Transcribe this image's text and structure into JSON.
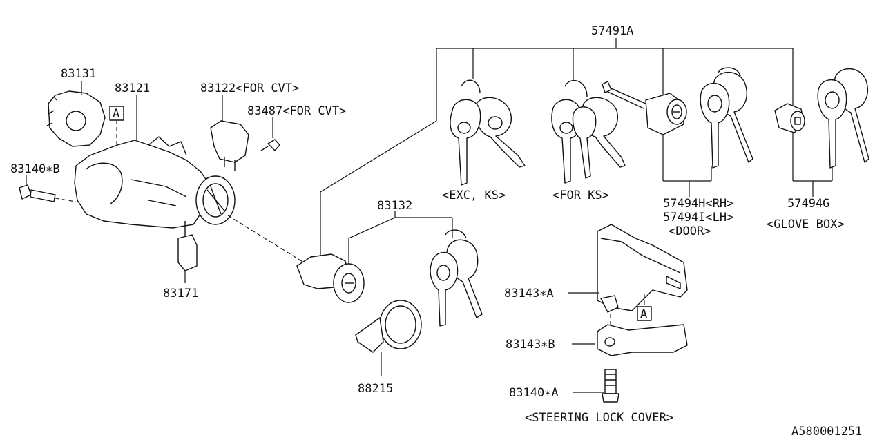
{
  "labels": {
    "p57491a": "57491A",
    "p83131": "83131",
    "p83121": "83121",
    "p83122": "83122<FOR CVT>",
    "p83487": "83487<FOR CVT>",
    "p83140b": "83140∗B",
    "p83171": "83171",
    "p83132": "83132",
    "exc_ks": "<EXC, KS>",
    "for_ks": "<FOR KS>",
    "p57494h": "57494H<RH>",
    "p57494i": "57494I<LH>",
    "door": "<DOOR>",
    "p57494g": "57494G",
    "glove_box": "<GLOVE BOX>",
    "p83143a": "83143∗A",
    "p83143b": "83143∗B",
    "p83140a": "83140∗A",
    "p88215": "88215",
    "steering_lock_cover": "<STEERING LOCK COVER>",
    "ref_a_1": "A",
    "ref_a_2": "A",
    "diagram_id": "A580001251"
  }
}
